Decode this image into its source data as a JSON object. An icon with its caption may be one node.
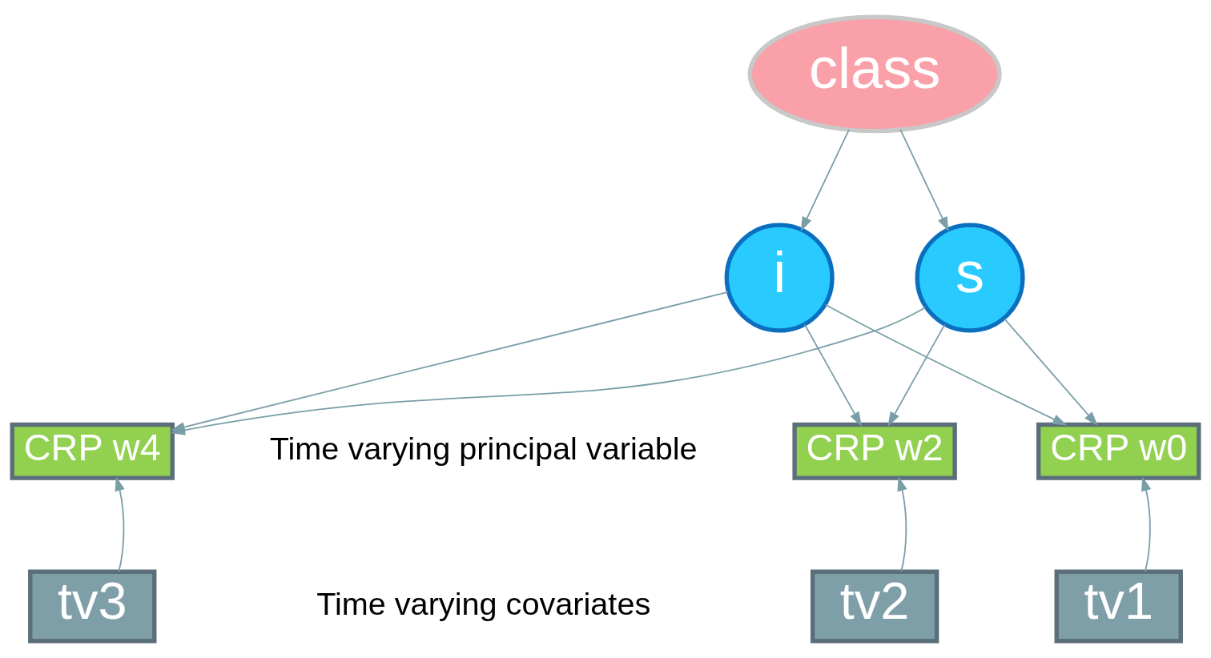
{
  "diagram": {
    "nodes": [
      {
        "text": [
          "class"
        ]
      },
      {
        "text": [
          "i"
        ]
      },
      {
        "text": [
          "s"
        ]
      },
      {
        "text": [
          "CRP w0"
        ]
      },
      {
        "text": [
          "CRP w2"
        ]
      },
      {
        "text": [
          "CRP w4"
        ]
      },
      {
        "text": [
          "tv1"
        ]
      },
      {
        "text": [
          "tv2"
        ]
      },
      {
        "text": [
          "tv3"
        ]
      }
    ],
    "edges": [
      {
        "from": 0,
        "to": 1,
        "arrow": "to"
      },
      {
        "from": 0,
        "to": 2,
        "arrow": "to"
      },
      {
        "from": 1,
        "to": 3,
        "arrow": "to"
      },
      {
        "from": 1,
        "to": 4,
        "arrow": "to"
      },
      {
        "from": 1,
        "to": 5,
        "arrow": "to"
      },
      {
        "from": 2,
        "to": 3,
        "arrow": "to"
      },
      {
        "from": 2,
        "to": 4,
        "arrow": "to"
      },
      {
        "from": 2,
        "to": 5,
        "arrow": "to"
      },
      {
        "from": 6,
        "to": 3,
        "arrow": "to"
      },
      {
        "from": 7,
        "to": 4,
        "arrow": "to"
      },
      {
        "from": 8,
        "to": 5,
        "arrow": "to"
      }
    ],
    "labels": [
      "Time varying principal variable",
      "Time varying covariates"
    ]
  }
}
